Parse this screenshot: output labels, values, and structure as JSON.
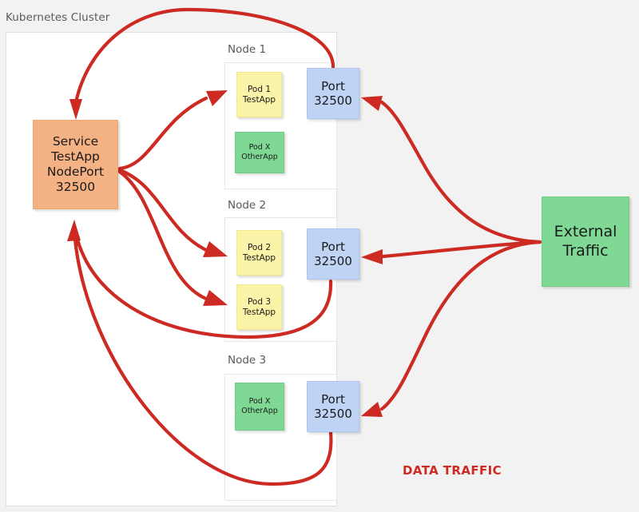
{
  "diagram": {
    "title": "Kubernetes Cluster",
    "legend": "DATA TRAFFIC",
    "accent_color": "#cc2a22",
    "background_color": "#f2f2f2"
  },
  "cluster": {
    "label": "Kubernetes Cluster"
  },
  "service": {
    "line1": "Service",
    "line2": "TestApp",
    "line3": "NodePort",
    "line4": "32500",
    "color": "#f4b183"
  },
  "nodes": [
    {
      "label": "Node 1",
      "port": {
        "line1": "Port",
        "line2": "32500",
        "color": "#bfd4f5"
      },
      "pods": [
        {
          "line1": "Pod 1",
          "line2": "TestApp",
          "color": "#fbf3a8",
          "kind": "yellow"
        },
        {
          "line1": "Pod X",
          "line2": "OtherApp",
          "color": "#7fd995",
          "kind": "green"
        }
      ]
    },
    {
      "label": "Node 2",
      "port": {
        "line1": "Port",
        "line2": "32500",
        "color": "#bfd4f5"
      },
      "pods": [
        {
          "line1": "Pod 2",
          "line2": "TestApp",
          "color": "#fbf3a8",
          "kind": "yellow"
        },
        {
          "line1": "Pod 3",
          "line2": "TestApp",
          "color": "#fbf3a8",
          "kind": "yellow"
        }
      ]
    },
    {
      "label": "Node 3",
      "port": {
        "line1": "Port",
        "line2": "32500",
        "color": "#bfd4f5"
      },
      "pods": [
        {
          "line1": "Pod X",
          "line2": "OtherApp",
          "color": "#7fd995",
          "kind": "green"
        }
      ]
    }
  ],
  "external": {
    "line1": "External",
    "line2": "Traffic",
    "color": "#7fd995"
  },
  "legend": {
    "data_traffic": "DATA TRAFFIC"
  }
}
